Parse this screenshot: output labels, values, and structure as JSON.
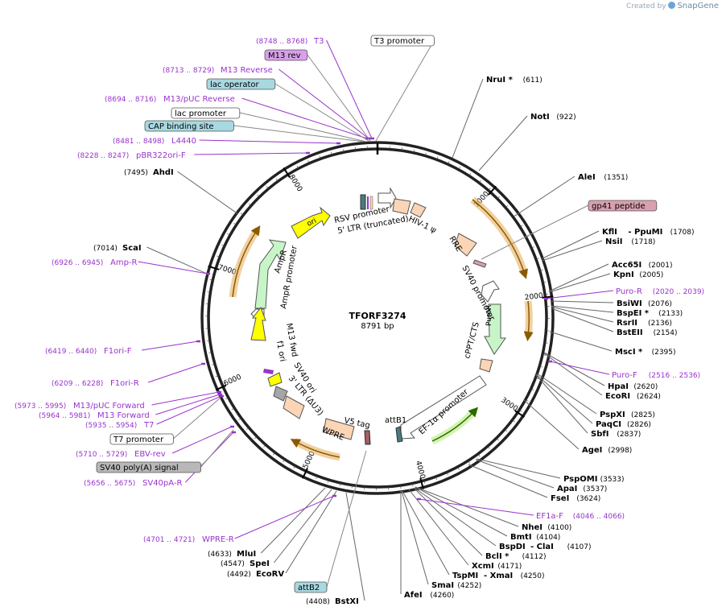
{
  "brand": {
    "created_by": "Created by",
    "app": "SnapGene"
  },
  "plasmid": {
    "name": "TFORF3274",
    "length": "8791 bp"
  },
  "colors": {
    "purple": "#9933cc",
    "enzyme": "#000000",
    "orange": "#e8a040",
    "green": "#c8f5c8",
    "yellow": "#ffff00",
    "peach": "#fbd5b5",
    "gray": "#a6a6a6"
  },
  "ticks": [
    "1000",
    "2000",
    "3000",
    "4000",
    "5000",
    "6000",
    "7000",
    "8000"
  ],
  "enzymes_right": [
    {
      "name": "NruI *",
      "pos": "(611)"
    },
    {
      "name": "NotI",
      "pos": "(922)"
    },
    {
      "name": "AleI",
      "pos": "(1351)"
    },
    {
      "name": "KflI",
      "sep": "- PpuMI",
      "pos": "(1708)"
    },
    {
      "name": "NsiI",
      "pos": "(1718)"
    },
    {
      "name": "Acc65I",
      "pos": "(2001)"
    },
    {
      "name": "KpnI",
      "pos": "(2005)"
    },
    {
      "name": "BsiWI",
      "pos": "(2076)"
    },
    {
      "name": "BspEI *",
      "pos": "(2133)"
    },
    {
      "name": "RsrII",
      "pos": "(2136)"
    },
    {
      "name": "BstEII",
      "pos": "(2154)"
    },
    {
      "name": "MscI *",
      "pos": "(2395)"
    },
    {
      "name": "HpaI",
      "pos": "(2620)"
    },
    {
      "name": "EcoRI",
      "pos": "(2624)"
    },
    {
      "name": "PspXI",
      "pos": "(2825)"
    },
    {
      "name": "PaqCI",
      "pos": "(2826)"
    },
    {
      "name": "SbfI",
      "pos": "(2837)"
    },
    {
      "name": "AgeI",
      "pos": "(2998)"
    },
    {
      "name": "PspOMI",
      "pos": "(3533)"
    },
    {
      "name": "ApaI",
      "pos": "(3537)"
    },
    {
      "name": "FseI",
      "pos": "(3624)"
    },
    {
      "name": "NheI",
      "pos": "(4100)"
    },
    {
      "name": "BmtI",
      "pos": "(4104)"
    },
    {
      "name": "BspDI",
      "sep": "- ClaI",
      "pos": "(4107)"
    },
    {
      "name": "BclI *",
      "pos": "(4112)"
    },
    {
      "name": "XcmI",
      "pos": "(4171)"
    },
    {
      "name": "TspMI",
      "sep": "- XmaI",
      "pos": "(4250)"
    },
    {
      "name": "SmaI",
      "pos": "(4252)"
    },
    {
      "name": "AfeI",
      "pos": "(4260)"
    }
  ],
  "enzymes_left": [
    {
      "name": "BstXI",
      "pos": "(4408)"
    },
    {
      "name": "EcoRV",
      "pos": "(4492)"
    },
    {
      "name": "SpeI",
      "pos": "(4547)"
    },
    {
      "name": "MluI",
      "pos": "(4633)"
    },
    {
      "name": "ScaI",
      "pos": "(7014)"
    },
    {
      "name": "AhdI",
      "pos": "(7495)"
    }
  ],
  "primers": [
    {
      "name": "T3",
      "range": "(8748 .. 8768)"
    },
    {
      "name": "M13 Reverse",
      "range": "(8713 .. 8729)"
    },
    {
      "name": "M13/pUC Reverse",
      "range": "(8694 .. 8716)"
    },
    {
      "name": "L4440",
      "range": "(8481 .. 8498)"
    },
    {
      "name": "pBR322ori-F",
      "range": "(8228 .. 8247)"
    },
    {
      "name": "Amp-R",
      "range": "(6926 .. 6945)"
    },
    {
      "name": "F1ori-F",
      "range": "(6419 .. 6440)"
    },
    {
      "name": "F1ori-R",
      "range": "(6209 .. 6228)"
    },
    {
      "name": "M13/pUC Forward",
      "range": "(5973 .. 5995)"
    },
    {
      "name": "M13 Forward",
      "range": "(5964 .. 5981)"
    },
    {
      "name": "T7",
      "range": "(5935 .. 5954)"
    },
    {
      "name": "EBV-rev",
      "range": "(5710 .. 5729)"
    },
    {
      "name": "SV40pA-R",
      "range": "(5656 .. 5675)"
    },
    {
      "name": "WPRE-R",
      "range": "(4701 .. 4721)"
    },
    {
      "name": "Puro-R",
      "range": "(2020 .. 2039)"
    },
    {
      "name": "Puro-F",
      "range": "(2516 .. 2536)"
    },
    {
      "name": "EF1a-F",
      "range": "(4046 .. 4066)"
    }
  ],
  "boxed_labels": [
    {
      "text": "T3 promoter"
    },
    {
      "text": "M13 rev"
    },
    {
      "text": "lac operator"
    },
    {
      "text": "lac promoter"
    },
    {
      "text": "CAP binding site"
    },
    {
      "text": "gp41 peptide"
    },
    {
      "text": "T7 promoter"
    },
    {
      "text": "SV40 poly(A) signal"
    },
    {
      "text": "attB2"
    }
  ],
  "features": [
    {
      "text": "RSV promoter"
    },
    {
      "text": "5' LTR (truncated)"
    },
    {
      "text": "HIV-1 ψ"
    },
    {
      "text": "RRE"
    },
    {
      "text": "SV40 promoter"
    },
    {
      "text": "PuroR"
    },
    {
      "text": "cPPT/CTS"
    },
    {
      "text": "EF-1α promoter"
    },
    {
      "text": "attB1"
    },
    {
      "text": "V5 tag"
    },
    {
      "text": "WPRE"
    },
    {
      "text": "3' LTR (ΔU3)"
    },
    {
      "text": "SV40 ori"
    },
    {
      "text": "M13 fwd"
    },
    {
      "text": "f1 ori"
    },
    {
      "text": "AmpR promoter"
    },
    {
      "text": "AmpR"
    },
    {
      "text": "ori"
    }
  ]
}
